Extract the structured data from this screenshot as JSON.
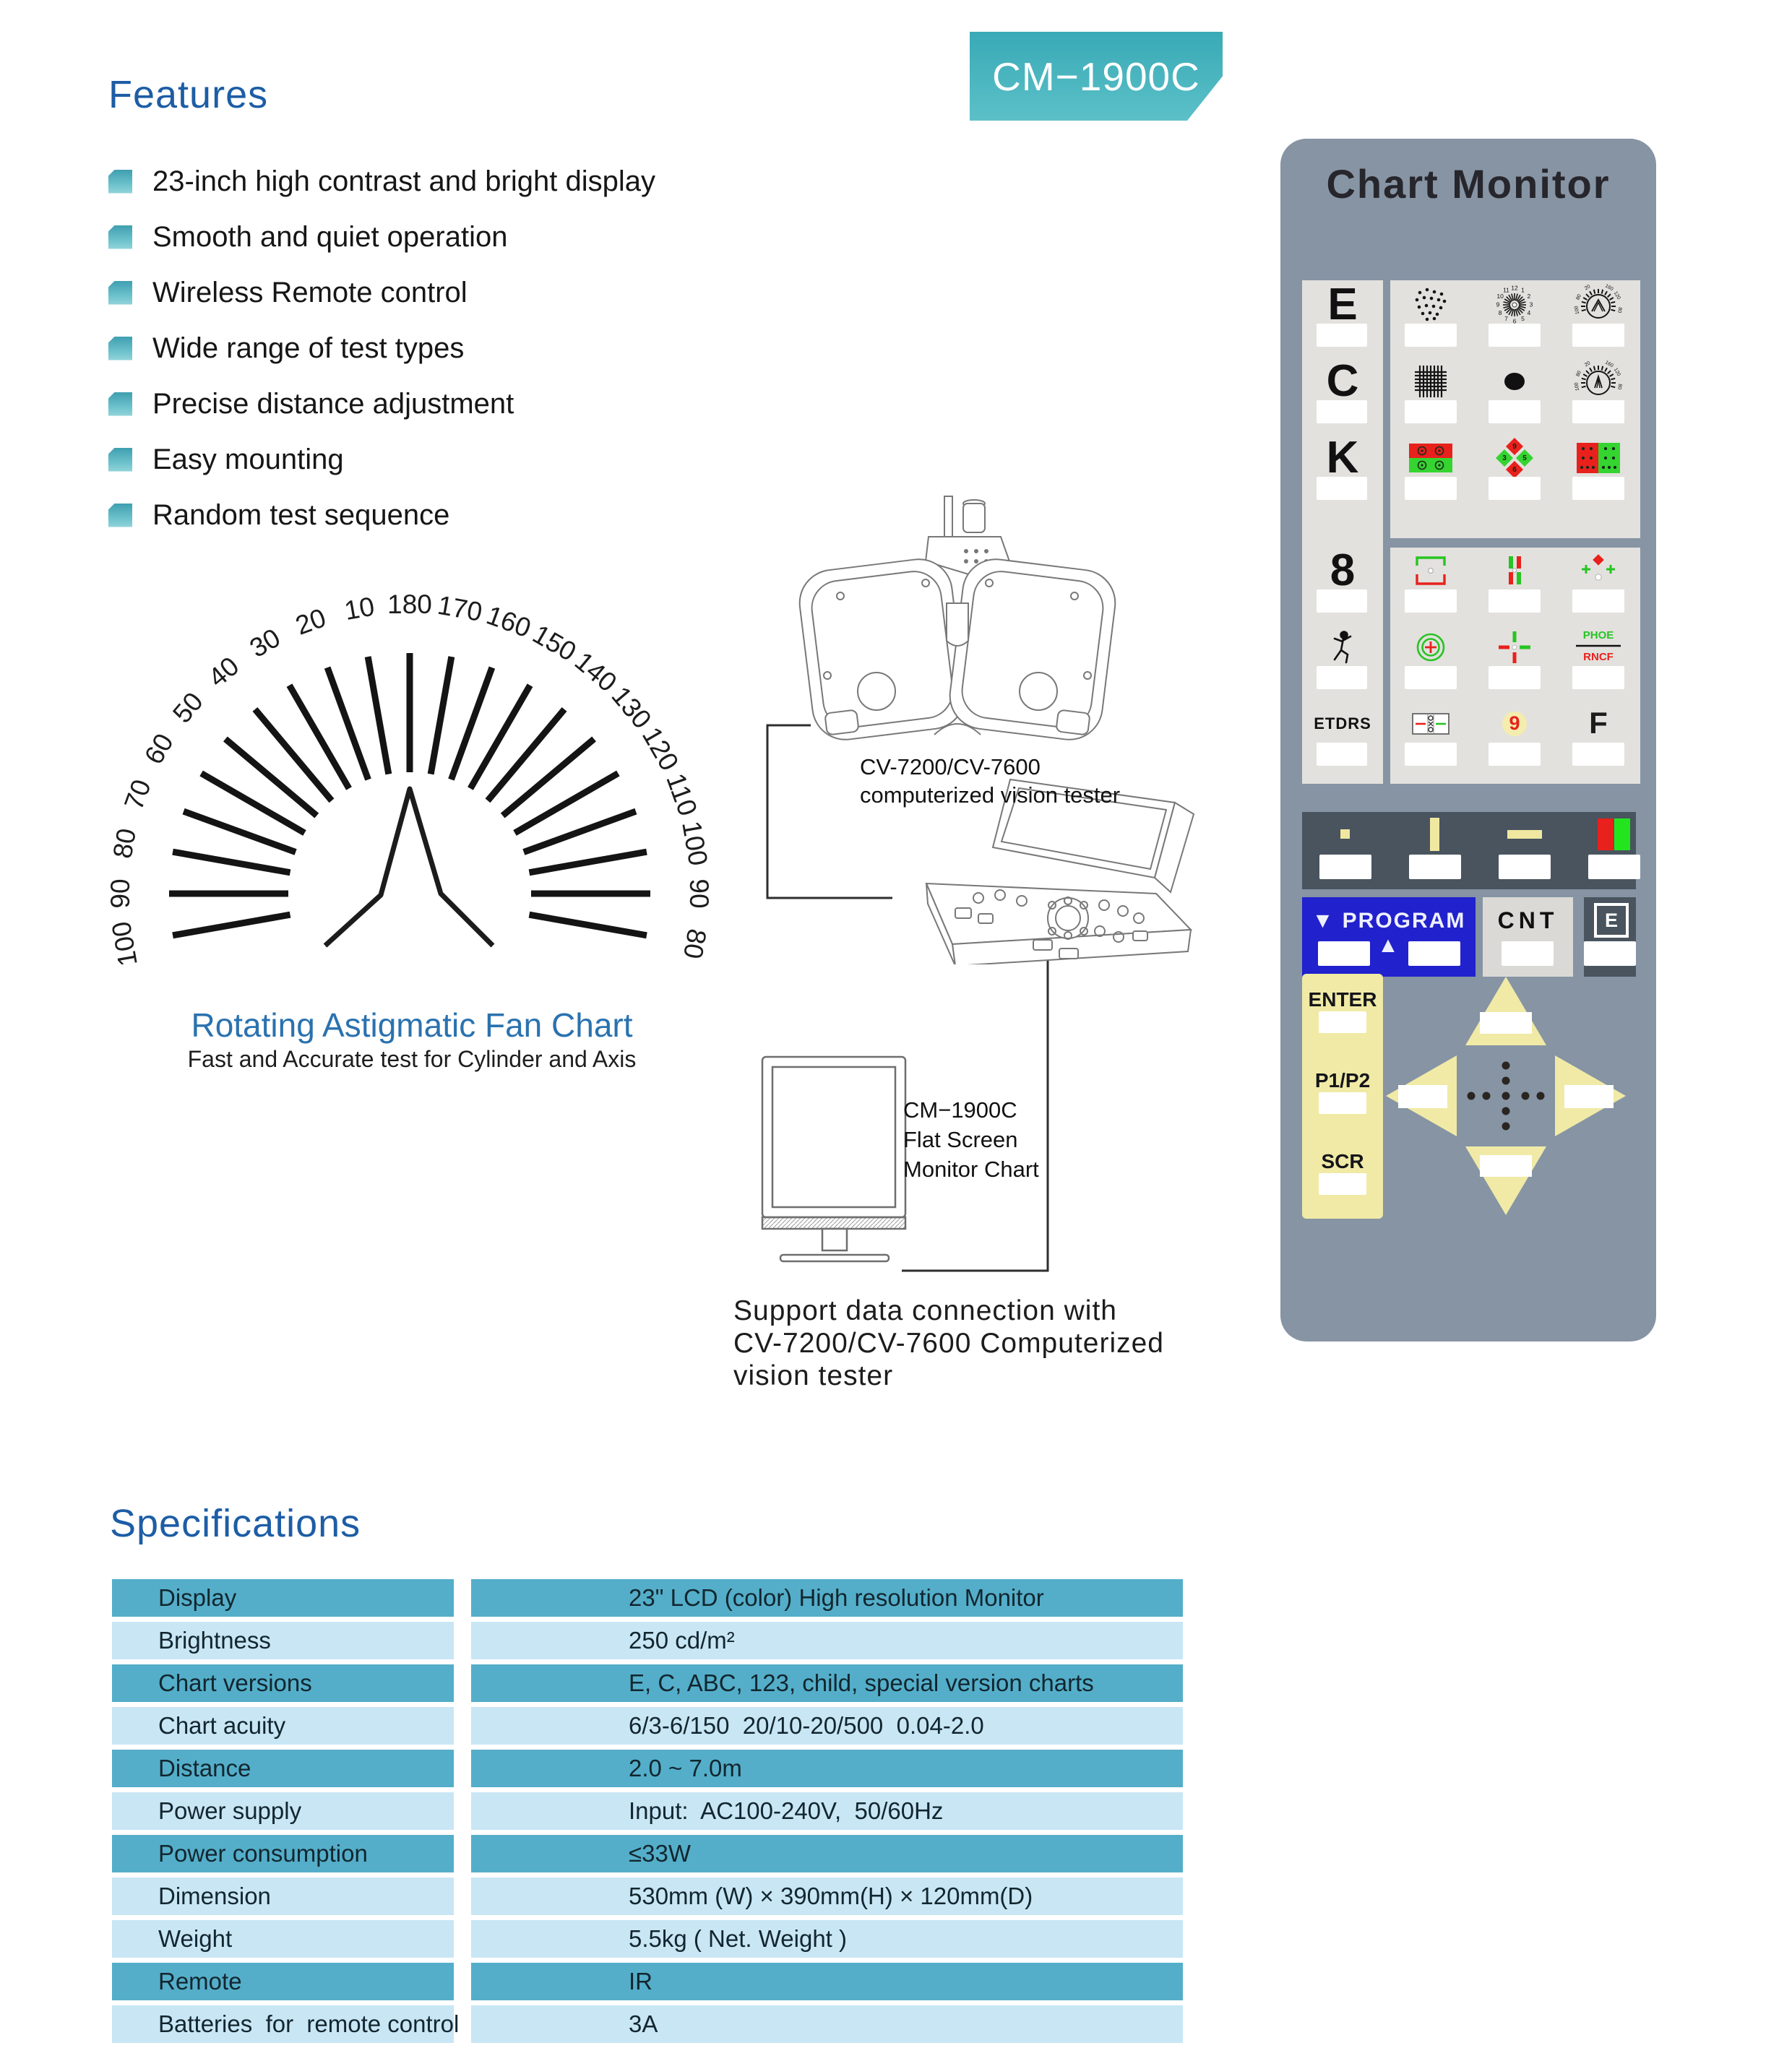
{
  "badge": {
    "label": "CM−1900C",
    "color": "#45b4bf"
  },
  "features": {
    "heading": "Features",
    "bullet_color": "#4fb0bf",
    "items": [
      "23-inch high contrast and bright display",
      "Smooth and quiet operation",
      "Wireless Remote control",
      "Wide range of test types",
      "Precise distance adjustment",
      "Easy mounting",
      "Random test sequence"
    ]
  },
  "fan_chart": {
    "title": "Rotating Astigmatic Fan Chart",
    "subtitle": "Fast and Accurate test for Cylinder and Axis",
    "title_color": "#2a72af",
    "rays": [
      {
        "angle": 190,
        "label": "100"
      },
      {
        "angle": 180,
        "label": "90"
      },
      {
        "angle": 170,
        "label": "80"
      },
      {
        "angle": 160,
        "label": "70"
      },
      {
        "angle": 150,
        "label": "60"
      },
      {
        "angle": 140,
        "label": "50"
      },
      {
        "angle": 130,
        "label": "40"
      },
      {
        "angle": 120,
        "label": "30"
      },
      {
        "angle": 110,
        "label": "20"
      },
      {
        "angle": 100,
        "label": "10"
      },
      {
        "angle": 90,
        "label": "180"
      },
      {
        "angle": 80,
        "label": "170"
      },
      {
        "angle": 70,
        "label": "160"
      },
      {
        "angle": 60,
        "label": "150"
      },
      {
        "angle": 50,
        "label": "140"
      },
      {
        "angle": 40,
        "label": "130"
      },
      {
        "angle": 30,
        "label": "120"
      },
      {
        "angle": 20,
        "label": "110"
      },
      {
        "angle": 10,
        "label": "100"
      },
      {
        "angle": 0,
        "label": "90"
      },
      {
        "angle": -10,
        "label": "80"
      }
    ]
  },
  "diagram": {
    "phoropter_caption_lines": [
      "CV-7200/CV-7600",
      "computerized vision tester"
    ],
    "monitor_caption_lines": [
      "CM−1900C",
      "Flat Screen",
      "Monitor Chart"
    ],
    "support_lines": [
      "Support data connection with",
      "CV-7200/CV-7600 Computerized",
      "vision tester"
    ]
  },
  "remote": {
    "title": "Chart Monitor",
    "body_color": "#8694a4",
    "program_label": "▼ PROGRAM ▲",
    "cnt_label": "CNT",
    "e_key_label": "E",
    "side_keys": [
      "ENTER",
      "P1/P2",
      "SCR"
    ],
    "left_keys": [
      {
        "id": "e",
        "type": "text",
        "label": "E"
      },
      {
        "id": "c",
        "type": "text",
        "label": "C"
      },
      {
        "id": "k",
        "type": "text",
        "label": "K"
      },
      {
        "id": "8",
        "type": "text",
        "label": "8"
      },
      {
        "id": "child",
        "type": "icon",
        "icon": "child-runner-icon"
      },
      {
        "id": "etdrs",
        "type": "text",
        "label": "ETDRS",
        "small": true
      }
    ],
    "grid_a": [
      [
        {
          "id": "random-dots",
          "icon": "random-dots-icon"
        },
        {
          "id": "clock-dial",
          "icon": "clock-dial-icon"
        },
        {
          "id": "fan-dial",
          "icon": "fan-dial-icon"
        }
      ],
      [
        {
          "id": "cross-grid",
          "icon": "cross-grid-icon"
        },
        {
          "id": "black-dot",
          "icon": "black-dot-icon"
        },
        {
          "id": "fan-dial-2",
          "icon": "fan-dial-narrow-icon"
        }
      ],
      [
        {
          "id": "duochrome-circles",
          "icon": "duochrome-circles-icon"
        },
        {
          "id": "diamond-numbers",
          "icon": "diamond-numbers-icon"
        },
        {
          "id": "duochrome-acuity",
          "icon": "duochrome-acuity-icon"
        }
      ]
    ],
    "grid_b": [
      [
        {
          "id": "fixation-frame",
          "icon": "fixation-frame-icon"
        },
        {
          "id": "polarized-bars",
          "icon": "polarized-bars-icon"
        },
        {
          "id": "dots-crosses",
          "icon": "dots-crosses-icon"
        }
      ],
      [
        {
          "id": "rings-cross",
          "icon": "rings-cross-icon"
        },
        {
          "id": "binocular-cross",
          "icon": "binocular-cross-icon"
        },
        {
          "id": "phoe-rncf",
          "icon": "phoe-rncf-label"
        }
      ],
      [
        {
          "id": "balance-box",
          "icon": "balance-box-icon"
        },
        {
          "id": "number-9",
          "icon": "number-9-icon"
        },
        {
          "id": "letter-f",
          "icon": "letter-f-icon"
        }
      ]
    ],
    "strip_keys": [
      {
        "id": "dot",
        "icon": "small-square-icon"
      },
      {
        "id": "vbar",
        "icon": "vertical-bar-icon"
      },
      {
        "id": "hbar",
        "icon": "horizontal-bar-icon"
      },
      {
        "id": "redgreen",
        "icon": "red-green-pair-icon"
      }
    ],
    "clock_numbers": [
      "12",
      "1",
      "2",
      "3",
      "4",
      "5",
      "6",
      "7",
      "8",
      "9",
      "10",
      "11"
    ],
    "fan_dial_labels": [
      "100",
      "80",
      "20",
      "160",
      "120",
      "80"
    ],
    "diamond_numbers": [
      "9",
      "3",
      "5",
      "6"
    ],
    "phoe_label": "PHOE",
    "rncf_label": "RNCF",
    "nine_label": "9",
    "f_label": "F"
  },
  "specs": {
    "heading": "Specifications",
    "row_dark_color": "#54aec9",
    "row_light_color": "#c9e6f5",
    "rows": [
      {
        "label": "Display",
        "value": "23\" LCD (color) High resolution Monitor",
        "shade": "dark"
      },
      {
        "label": "Brightness",
        "value": "250 cd/m²",
        "shade": "light"
      },
      {
        "label": "Chart versions",
        "value": "E, C, ABC, 123, child, special version charts",
        "shade": "dark"
      },
      {
        "label": "Chart acuity",
        "value": "6/3-6/150  20/10-20/500  0.04-2.0",
        "shade": "light"
      },
      {
        "label": "Distance",
        "value": "2.0 ~ 7.0m",
        "shade": "dark"
      },
      {
        "label": "Power supply",
        "value": "Input:  AC100-240V,  50/60Hz",
        "shade": "light"
      },
      {
        "label": "Power consumption",
        "value": "≤33W",
        "shade": "dark"
      },
      {
        "label": "Dimension",
        "value": "530mm (W) × 390mm(H) × 120mm(D)",
        "shade": "light"
      },
      {
        "label": "Weight",
        "value": "5.5kg ( Net. Weight )",
        "shade": "light"
      },
      {
        "label": "Remote",
        "value": "IR",
        "shade": "dark"
      },
      {
        "label": "Batteries  for  remote control",
        "value": "3A",
        "shade": "light"
      }
    ]
  }
}
